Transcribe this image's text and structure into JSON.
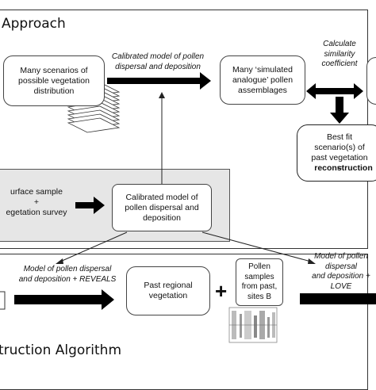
{
  "sections": {
    "top_title": "Approach",
    "bottom_title": "truction Algorithm"
  },
  "top": {
    "scenarios_box": "Many scenarios of\npossible vegetation\ndistribution",
    "calibrated_label": "Calibrated model of pollen\ndispersal and deposition",
    "simulated_box": "Many ‘simulated\nanalogue’ pollen\nassemblages",
    "similarity_label": "Calculate\nsimilarity\ncoefficient",
    "best_fit_lines": "Best fit\nscenario(s) of\npast vegetation\n=",
    "best_fit_bold": "reconstruction"
  },
  "middle": {
    "surface_text": "urface sample\n+\negetation survey",
    "calibrated_box": "Calibrated model of\npollen dispersal and\ndeposition"
  },
  "bottom": {
    "reveals_label": "Model of pollen dispersal\nand deposition + REVEALS",
    "past_regional_box": "Past regional\nvegetation",
    "plus": "+",
    "pollen_samples_box": "Pollen\nsamples\nfrom past,\nsites B",
    "loveo_label": "Model of pollen\ndispersal\nand deposition + LOVE"
  },
  "colors": {
    "panel_fill": "#e6e6e6",
    "arrow": "#000000",
    "frame": "#333333"
  }
}
